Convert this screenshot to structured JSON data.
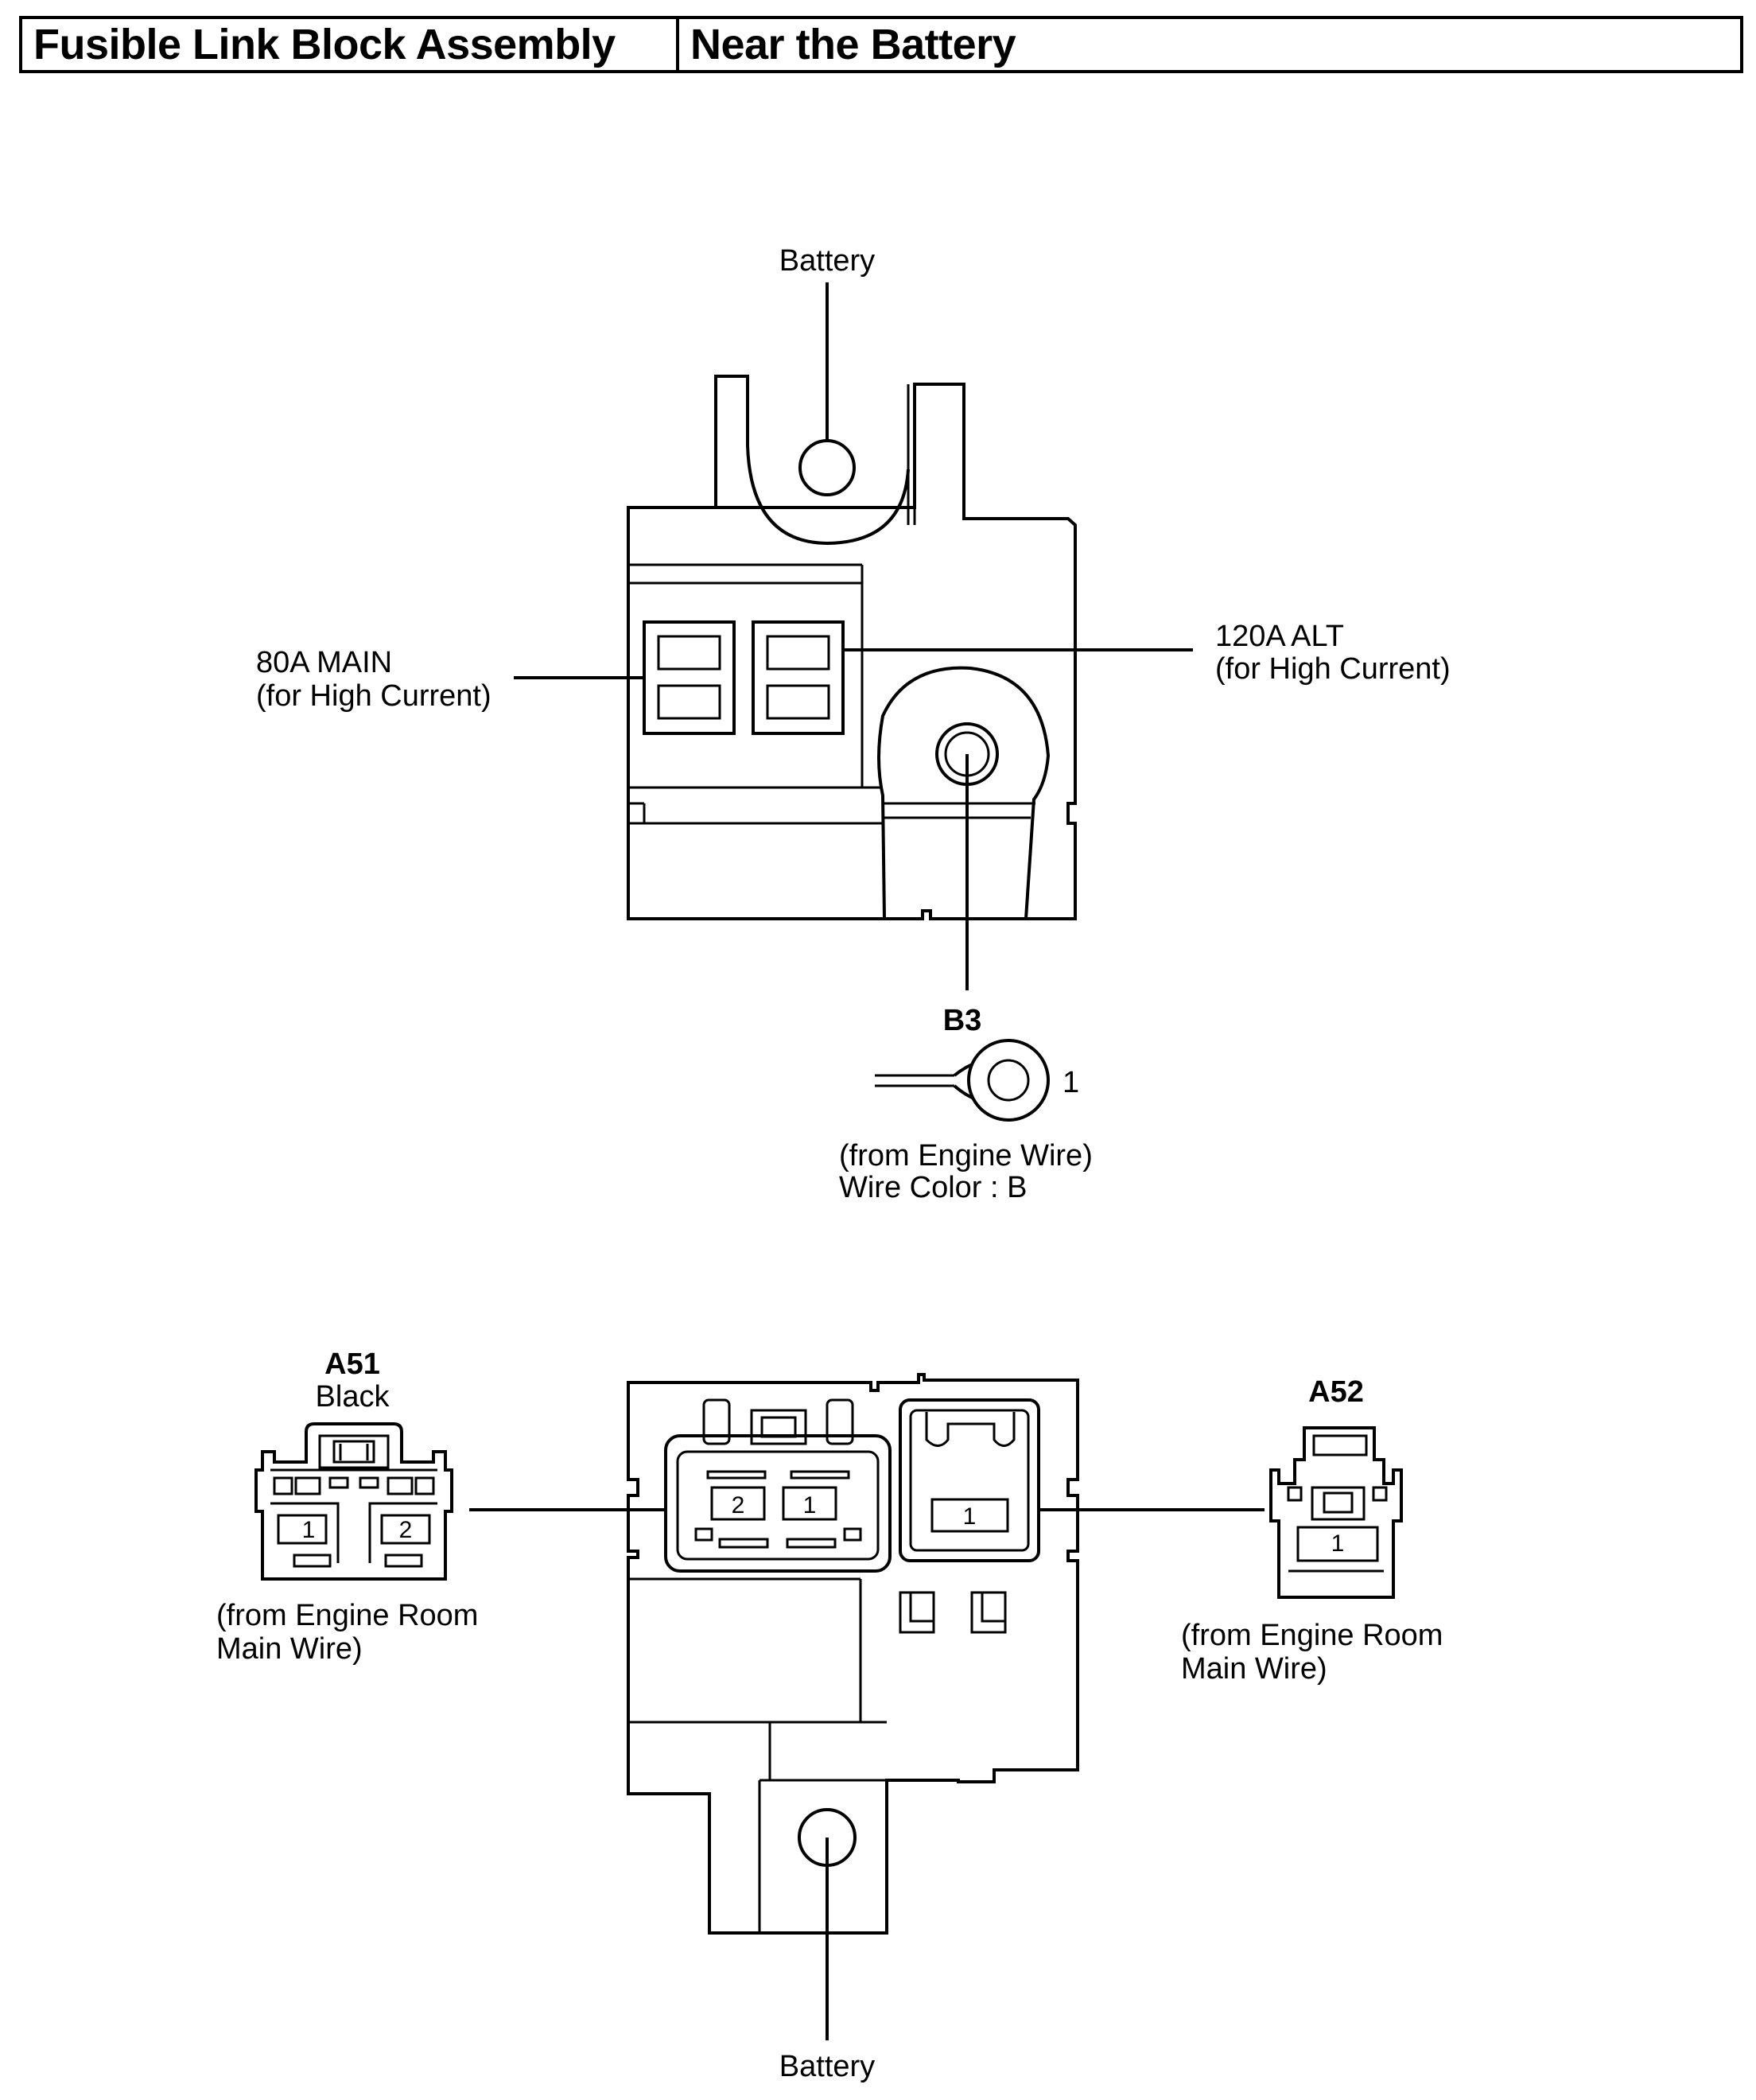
{
  "header": {
    "component": "Fusible Link Block Assembly",
    "location": "Near the Battery"
  },
  "top_view": {
    "battery_label": "Battery",
    "fuse_main_label_1": "80A MAIN",
    "fuse_main_label_2": "(for High Current)",
    "fuse_alt_label_1": "120A ALT",
    "fuse_alt_label_2": "(for High Current)",
    "terminal": {
      "id": "B3",
      "pin": "1",
      "source": "(from Engine Wire)",
      "wire_color": "Wire Color : B"
    }
  },
  "bottom_view": {
    "battery_label": "Battery",
    "connector_a51": {
      "id": "A51",
      "color": "Black",
      "pins": [
        "1",
        "2"
      ],
      "source_1": "(from Engine Room",
      "source_2": "Main Wire)"
    },
    "connector_a52": {
      "id": "A52",
      "pins": [
        "1"
      ],
      "source_1": "(from Engine Room",
      "source_2": "Main Wire)"
    },
    "block_socket_pins": [
      "2",
      "1"
    ],
    "block_socket_single_pin": "1"
  }
}
